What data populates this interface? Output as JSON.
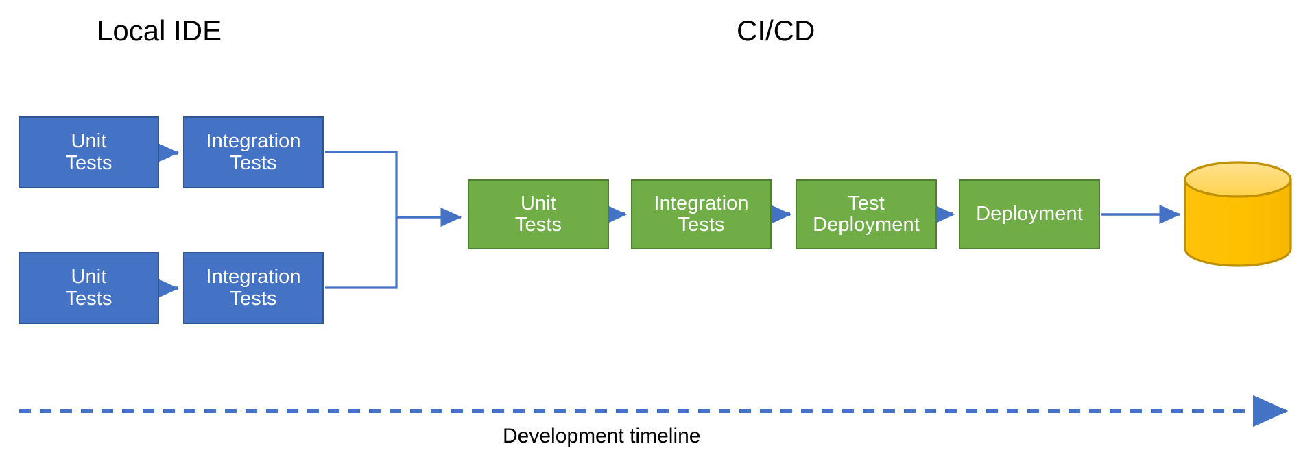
{
  "diagram": {
    "title_local": "Local IDE",
    "title_cicd": "CI/CD",
    "timeline_label": "Development timeline",
    "colors": {
      "blue_fill": "#4472C4",
      "blue_border": "#2E5597",
      "green_fill": "#70AD47",
      "green_border": "#507E32",
      "cylinder_fill": "#FFC000",
      "cylinder_top": "#FFD966",
      "cylinder_border": "#BF9000",
      "connector": "#4472C4",
      "text_on_shape": "#FFFFFF",
      "text_title": "#000000",
      "background": "#FFFFFF"
    }
  },
  "local_ide": {
    "rows": [
      {
        "unit_tests": "Unit\nTests",
        "integration_tests": "Integration\nTests"
      },
      {
        "unit_tests": "Unit\nTests",
        "integration_tests": "Integration\nTests"
      }
    ]
  },
  "cicd": {
    "stages": [
      {
        "label": "Unit\nTests"
      },
      {
        "label": "Integration\nTests"
      },
      {
        "label": "Test\nDeployment"
      },
      {
        "label": "Deployment"
      }
    ],
    "target": {
      "shape": "database-cylinder",
      "label": ""
    }
  }
}
